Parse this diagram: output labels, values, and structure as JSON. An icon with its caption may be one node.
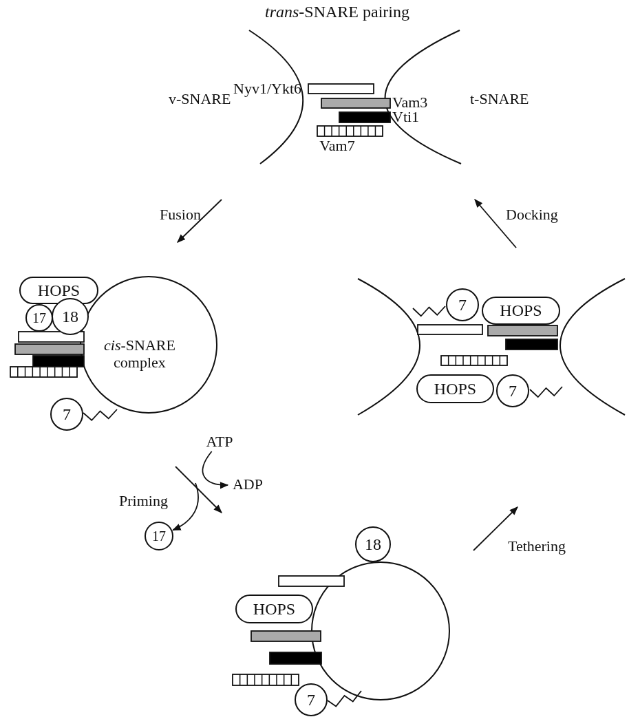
{
  "diagram": {
    "nodes": [
      {
        "text": [
          "*cis*-SNARE complex"
        ]
      },
      {
        "text": [
          "HOPS"
        ]
      },
      {
        "text": [
          "17"
        ]
      },
      {
        "text": [
          "18"
        ]
      },
      {
        "text": [
          "7"
        ]
      },
      {
        "text": [
          "7"
        ]
      },
      {
        "text": [
          "HOPS"
        ]
      },
      {
        "text": [
          "HOPS"
        ]
      },
      {
        "text": [
          "7"
        ]
      },
      {
        "text": [
          "18"
        ]
      },
      {
        "text": [
          "HOPS"
        ]
      },
      {
        "text": [
          "7"
        ]
      },
      {
        "text": [
          "ATP"
        ]
      },
      {
        "text": [
          "ADP"
        ]
      },
      {
        "text": [
          "17"
        ]
      }
    ],
    "edges": [
      {
        "from": 12,
        "to": 13,
        "arrow": "to"
      },
      {
        "from": null,
        "to": 14,
        "arrow": "to"
      }
    ],
    "labels": [
      "*trans*-SNARE pairing",
      "Nyv1/Ykt6",
      "v-SNARE",
      "Vam3",
      "t-SNARE",
      "Vti1",
      "Vam7",
      "Fusion",
      "Docking",
      "Priming",
      "Tethering"
    ]
  }
}
